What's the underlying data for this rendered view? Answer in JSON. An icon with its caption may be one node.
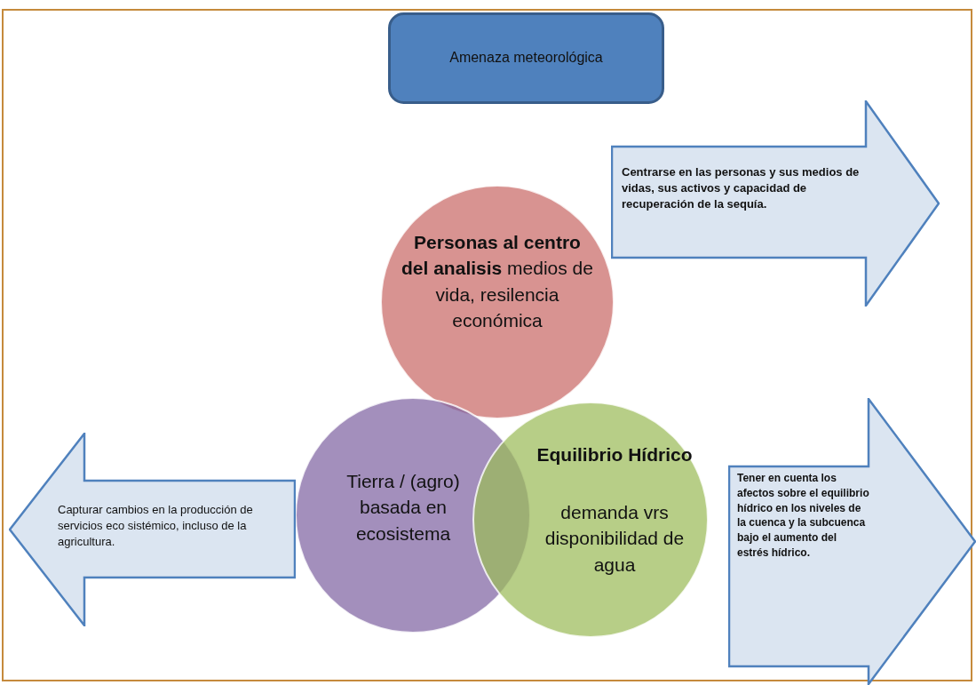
{
  "diagram": {
    "nodes": [
      {
        "text": [
          "Amenaza meteorológica"
        ]
      },
      {
        "text": [
          "Centrarse en las personas y sus medios de vidas, sus activos y capacidad de recuperación de la sequía."
        ]
      },
      {
        "text": [
          "**Personas al centro del analisis** medios de vida, resilencia económica"
        ]
      },
      {
        "text": [
          "Tierra / (agro) basada en ecosistema"
        ]
      },
      {
        "text": [
          "Equilibrio Hídrico",
          "demanda vrs disponibilidad de agua"
        ]
      },
      {
        "text": [
          "Capturar cambios en la producción de servicios eco sistémico, incluso de la agricultura."
        ]
      },
      {
        "text": [
          "Tener en cuenta los afectos sobre el equilibrio hídrico en los niveles de la cuenca y la subcuenca bajo el aumento del estrés hídrico."
        ]
      }
    ]
  }
}
